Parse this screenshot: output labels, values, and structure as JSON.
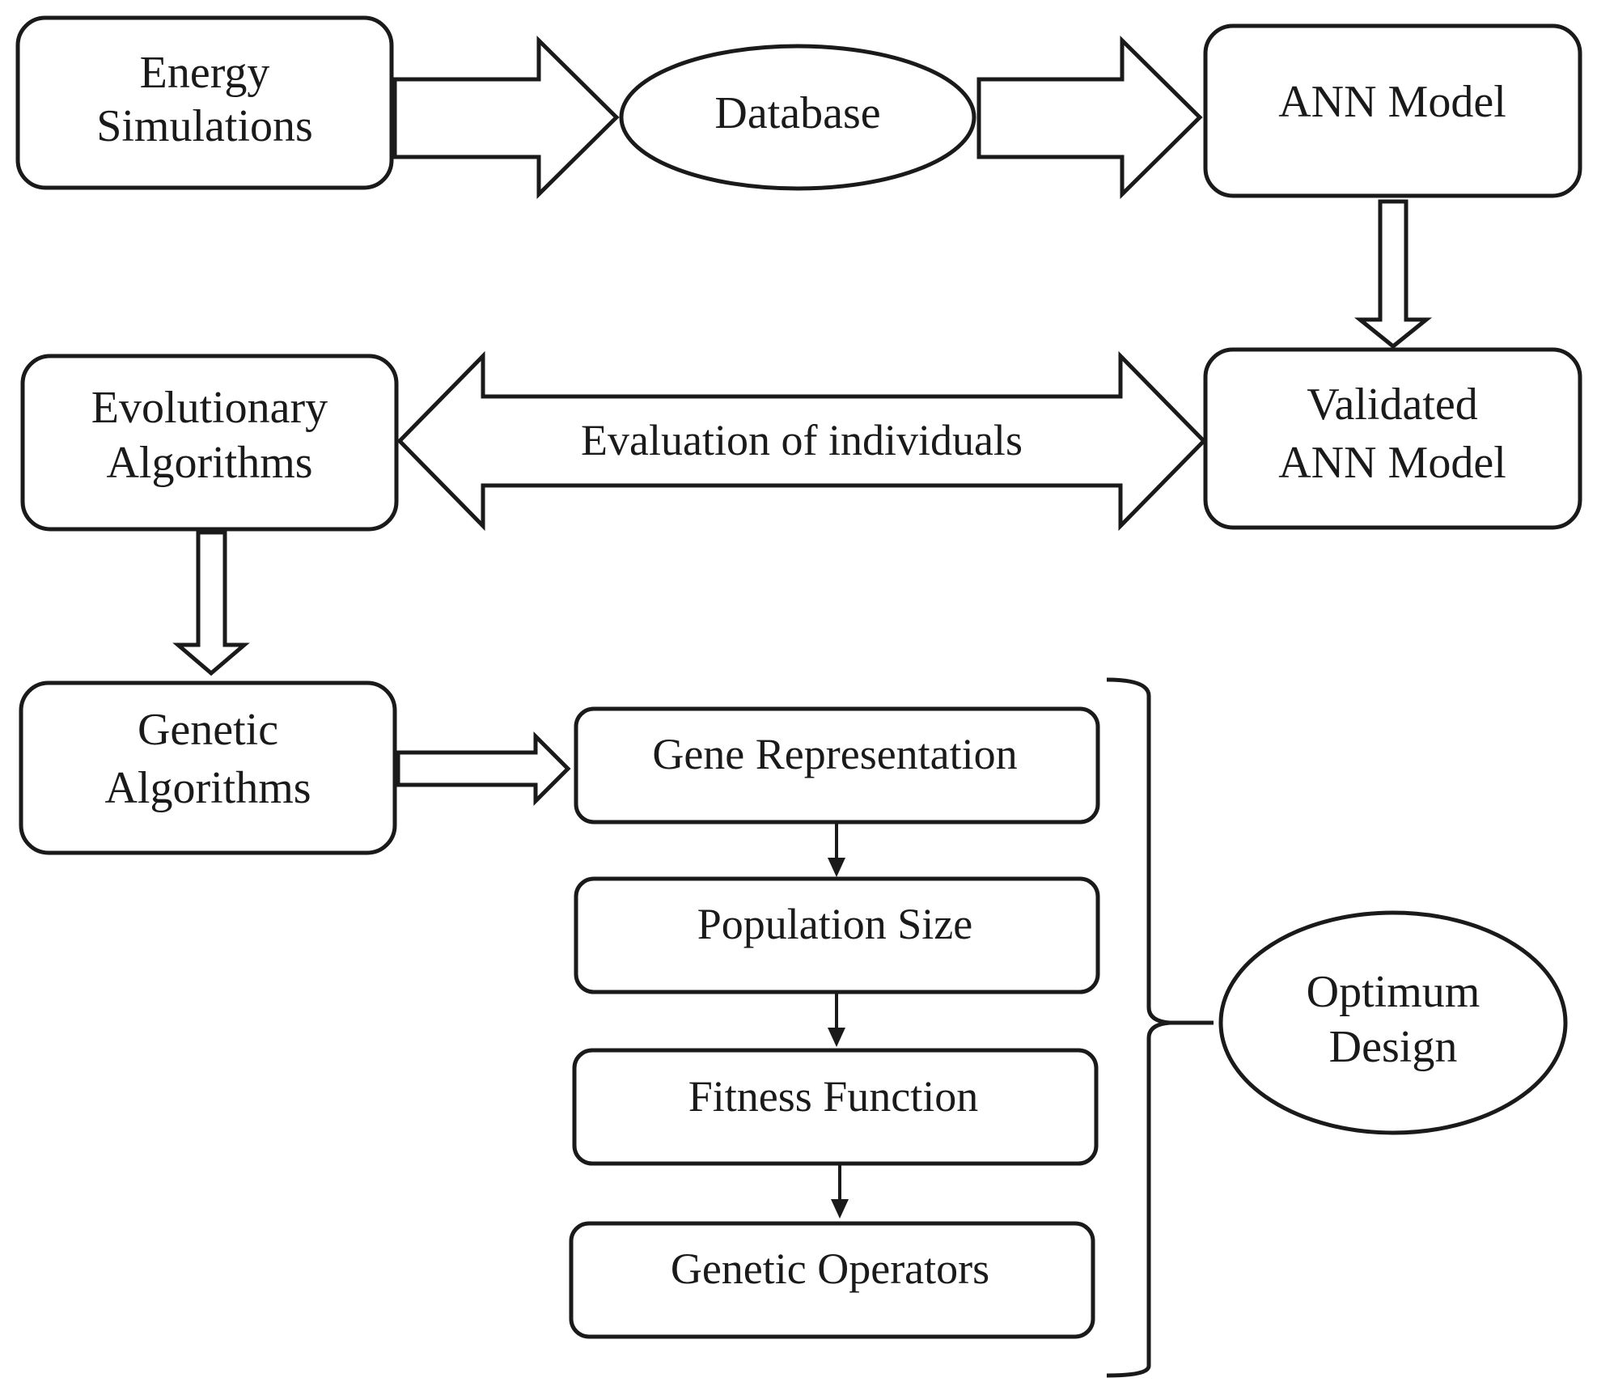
{
  "nodes": {
    "energy_simulations": {
      "line1": "Energy",
      "line2": "Simulations"
    },
    "database": {
      "label": "Database"
    },
    "ann_model": {
      "label": "ANN Model"
    },
    "validated_ann_model": {
      "line1": "Validated",
      "line2": "ANN Model"
    },
    "evolutionary_algorithms": {
      "line1": "Evolutionary",
      "line2": "Algorithms"
    },
    "genetic_algorithms": {
      "line1": "Genetic",
      "line2": "Algorithms"
    },
    "gene_representation": {
      "label": "Gene Representation"
    },
    "population_size": {
      "label": "Population Size"
    },
    "fitness_function": {
      "label": "Fitness Function"
    },
    "genetic_operators": {
      "label": "Genetic Operators"
    },
    "optimum_design": {
      "line1": "Optimum",
      "line2": "Design"
    }
  },
  "edges": {
    "evaluation_label": "Evaluation of individuals"
  }
}
